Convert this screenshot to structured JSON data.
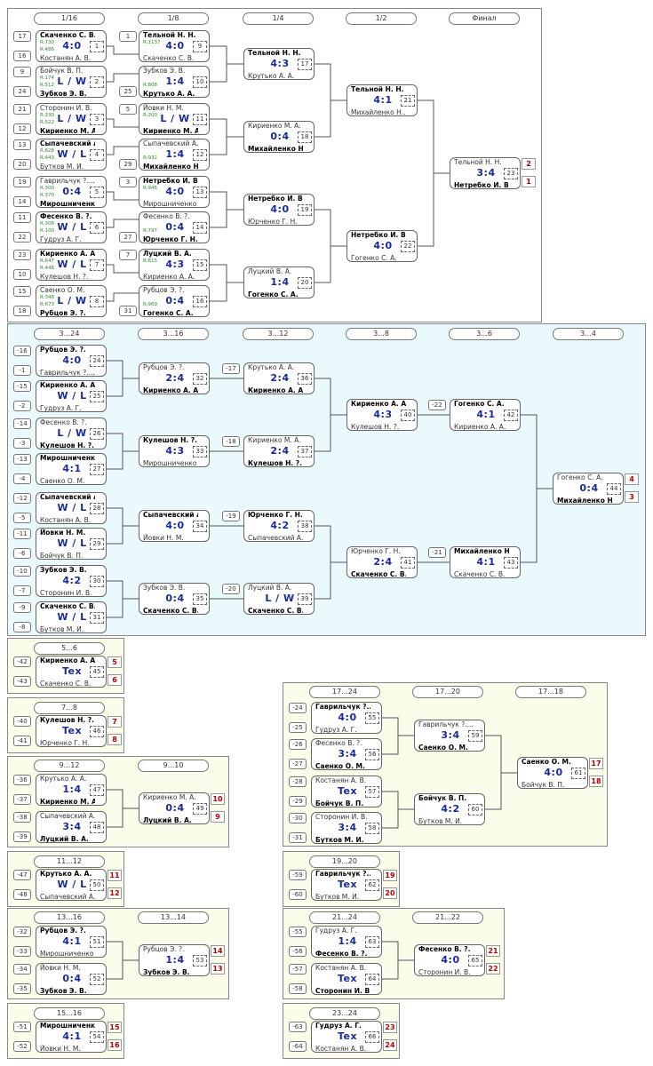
{
  "main": {
    "rounds": [
      "1/16",
      "1/8",
      "1/4",
      "1/2",
      "Финал"
    ],
    "r1": [
      {
        "s1": "17",
        "s2": "16",
        "p1": "Скаченко С. В.",
        "p2": "Костанян А. В.",
        "w": 1,
        "sc": "4:0",
        "n": "1",
        "ra": "R:730",
        "rb": "R:486"
      },
      {
        "s1": "9",
        "s2": "24",
        "p1": "Бойчук В. П.",
        "p2": "Зубков Э. В.",
        "w": 2,
        "sc": "L / W",
        "n": "2",
        "ra": "R:174",
        "rb": "R:512"
      },
      {
        "s1": "21",
        "s2": "12",
        "p1": "Сторонин И. В.",
        "p2": "Кириенко М. А.",
        "w": 2,
        "sc": "L / W",
        "n": "3",
        "ra": "R:330",
        "rb": "R:522"
      },
      {
        "s1": "13",
        "s2": "20",
        "p1": "Сыпачевский А....",
        "p2": "Бутков М. И.",
        "w": 1,
        "sc": "W / L",
        "n": "4",
        "ra": "R:628",
        "rb": "R:443"
      },
      {
        "s1": "19",
        "s2": "14",
        "p1": "Гаврильчук ?....",
        "p2": "Мирошниченко М....",
        "w": 2,
        "sc": "0:4",
        "n": "5",
        "ra": "R:300",
        "rb": "R:370"
      },
      {
        "s1": "11",
        "s2": "22",
        "p1": "Фесенко В. ?.",
        "p2": "Гудруз А. Г.",
        "w": 1,
        "sc": "W / L",
        "n": "6",
        "ra": "R:306",
        "rb": "R:100"
      },
      {
        "s1": "23",
        "s2": "10",
        "p1": "Кириенко А. А.",
        "p2": "Кулешов Н. ?.",
        "w": 1,
        "sc": "W / L",
        "n": "7",
        "ra": "R:647",
        "rb": "R:446"
      },
      {
        "s1": "15",
        "s2": "18",
        "p1": "Саенко О. М.",
        "p2": "Рубцов Э. ?.",
        "w": 2,
        "sc": "L / W",
        "n": "8",
        "ra": "R:348",
        "rb": "R:673"
      }
    ],
    "r2": [
      {
        "s1": "1",
        "p1": "Тельной Н. Н.",
        "p2": "Скаченко С. В.",
        "w": 1,
        "sc": "4:0",
        "n": "9",
        "ra": "R:1137",
        "rb": ""
      },
      {
        "s2": "25",
        "p1": "Зубков Э. В.",
        "p2": "Крутько А. А.",
        "w": 2,
        "sc": "1:4",
        "n": "10",
        "ra": "",
        "rb": "R:808"
      },
      {
        "s1": "5",
        "p1": "Йовки Н. М.",
        "p2": "Кириенко М. А.",
        "w": 2,
        "sc": "L / W",
        "n": "11",
        "ra": "R:200",
        "rb": ""
      },
      {
        "s2": "29",
        "p1": "Сыпачевский А....",
        "p2": "Михайленко Н....",
        "w": 2,
        "sc": "1:4",
        "n": "12",
        "ra": "",
        "rb": "R:932"
      },
      {
        "s1": "3",
        "p1": "Нетребко И. В.",
        "p2": "Мирошниченко М....",
        "w": 1,
        "sc": "4:0",
        "n": "13",
        "ra": "R:946",
        "rb": ""
      },
      {
        "s2": "27",
        "p1": "Фесенко В. ?.",
        "p2": "Юрченко Г. Н.",
        "w": 2,
        "sc": "0:4",
        "n": "14",
        "ra": "",
        "rb": "R:797"
      },
      {
        "s1": "7",
        "p1": "Луцкий В. А.",
        "p2": "Кириенко А. А.",
        "w": 1,
        "sc": "4:3",
        "n": "15",
        "ra": "R:815",
        "rb": ""
      },
      {
        "s2": "31",
        "p1": "Рубцов Э. ?.",
        "p2": "Гогенко С. А.",
        "w": 2,
        "sc": "0:4",
        "n": "16",
        "ra": "",
        "rb": "R:969"
      }
    ],
    "r3": [
      {
        "p1": "Тельной Н. Н.",
        "p2": "Крутько А. А.",
        "w": 1,
        "sc": "4:3",
        "n": "17"
      },
      {
        "p1": "Кириенко М. А.",
        "p2": "Михайленко Н....",
        "w": 2,
        "sc": "0:4",
        "n": "18"
      },
      {
        "p1": "Нетребко И. В.",
        "p2": "Юрченко Г. Н.",
        "w": 1,
        "sc": "4:0",
        "n": "19"
      },
      {
        "p1": "Луцкий В. А.",
        "p2": "Гогенко С. А.",
        "w": 2,
        "sc": "1:4",
        "n": "20"
      }
    ],
    "r4": [
      {
        "p1": "Тельной Н. Н.",
        "p2": "Михайленко Н....",
        "w": 1,
        "sc": "4:1",
        "n": "21"
      },
      {
        "p1": "Нетребко И. В.",
        "p2": "Гогенко С. А.",
        "w": 1,
        "sc": "4:0",
        "n": "22"
      }
    ],
    "final": {
      "p1": "Тельной Н. Н.",
      "p2": "Нетребко И. В.",
      "w": 2,
      "sc": "3:4",
      "n": "23",
      "pl1": "2",
      "pl2": "1"
    }
  },
  "cons": {
    "rounds": [
      "3...24",
      "3...16",
      "3...12",
      "3...8",
      "3...6",
      "3...4"
    ],
    "c1": [
      {
        "s1": "-16",
        "s2": "-1",
        "p1": "Рубцов Э. ?.",
        "p2": "Гаврильчук ?....",
        "w": 1,
        "sc": "4:0",
        "n": "24"
      },
      {
        "s1": "-15",
        "s2": "-2",
        "p1": "Кириенко А. А.",
        "p2": "Гудруз А. Г.",
        "w": 1,
        "sc": "W / L",
        "n": "25"
      },
      {
        "s1": "-14",
        "s2": "-3",
        "p1": "Фесенко В. ?.",
        "p2": "Кулешов Н. ?.",
        "w": 2,
        "sc": "L / W",
        "n": "26"
      },
      {
        "s1": "-13",
        "s2": "-4",
        "p1": "Мирошниченко М....",
        "p2": "Саенко О. М.",
        "w": 1,
        "sc": "4:1",
        "n": "27"
      },
      {
        "s1": "-12",
        "s2": "-5",
        "p1": "Сыпачевский А....",
        "p2": "Костанян А. В.",
        "w": 1,
        "sc": "W / L",
        "n": "28"
      },
      {
        "s1": "-11",
        "s2": "-6",
        "p1": "Йовки Н. М.",
        "p2": "Бойчук В. П.",
        "w": 1,
        "sc": "W / L",
        "n": "29"
      },
      {
        "s1": "-10",
        "s2": "-7",
        "p1": "Зубков Э. В.",
        "p2": "Сторонин И. В.",
        "w": 1,
        "sc": "4:2",
        "n": "30"
      },
      {
        "s1": "-9",
        "s2": "-8",
        "p1": "Скаченко С. В.",
        "p2": "Бутков М. И.",
        "w": 1,
        "sc": "W / L",
        "n": "31"
      }
    ],
    "c2": [
      {
        "p1": "Рубцов Э. ?.",
        "p2": "Кириенко А. А.",
        "w": 2,
        "sc": "2:4",
        "n": "32"
      },
      {
        "p1": "Кулешов Н. ?.",
        "p2": "Мирошниченко М....",
        "w": 1,
        "sc": "4:3",
        "n": "33"
      },
      {
        "p1": "Сыпачевский А....",
        "p2": "Йовки Н. М.",
        "w": 1,
        "sc": "4:0",
        "n": "34"
      },
      {
        "p1": "Зубков Э. В.",
        "p2": "Скаченко С. В.",
        "w": 2,
        "sc": "0:4",
        "n": "35"
      }
    ],
    "c3": [
      {
        "s1": "-17",
        "p1": "Крутько А. А.",
        "p2": "Кириенко А. А.",
        "w": 2,
        "sc": "2:4",
        "n": "36"
      },
      {
        "s1": "-18",
        "p1": "Кириенко М. А.",
        "p2": "Кулешов Н. ?.",
        "w": 2,
        "sc": "2:4",
        "n": "37"
      },
      {
        "s1": "-19",
        "p1": "Юрченко Г. Н.",
        "p2": "Сыпачевский А....",
        "w": 1,
        "sc": "4:2",
        "n": "38"
      },
      {
        "s1": "-20",
        "p1": "Луцкий В. А.",
        "p2": "Скаченко С. В.",
        "w": 2,
        "sc": "L / W",
        "n": "39"
      }
    ],
    "c4": [
      {
        "p1": "Кириенко А. А.",
        "p2": "Кулешов Н. ?.",
        "w": 1,
        "sc": "4:3",
        "n": "40"
      },
      {
        "p1": "Юрченко Г. Н.",
        "p2": "Скаченко С. В.",
        "w": 2,
        "sc": "2:4",
        "n": "41"
      }
    ],
    "c5": [
      {
        "s1": "-22",
        "p1": "Гогенко С. А.",
        "p2": "Кириенко А. А.",
        "w": 1,
        "sc": "4:1",
        "n": "42"
      },
      {
        "s1": "-21",
        "p1": "Михайленко Н....",
        "p2": "Скаченко С. В.",
        "w": 1,
        "sc": "4:1",
        "n": "43"
      }
    ],
    "c6": {
      "p1": "Гогенко С. А.",
      "p2": "Михайленко Н....",
      "w": 2,
      "sc": "0:4",
      "n": "44",
      "pl1": "4",
      "pl2": "3"
    }
  },
  "small": {
    "b56": {
      "title": "5...6",
      "m": {
        "s1": "-42",
        "s2": "-43",
        "p1": "Кириенко А. А.",
        "p2": "Скаченко С. В.",
        "w": 1,
        "sc": "Tex",
        "n": "45",
        "pl1": "5",
        "pl2": "6"
      }
    },
    "b78": {
      "title": "7...8",
      "m": {
        "s1": "-40",
        "s2": "-41",
        "p1": "Кулешов Н. ?.",
        "p2": "Юрченко Г. Н.",
        "w": 1,
        "sc": "Tex",
        "n": "46",
        "pl1": "7",
        "pl2": "8"
      }
    },
    "b912": {
      "titles": [
        "9...12",
        "9...10"
      ],
      "m1": {
        "s1": "-36",
        "s2": "-37",
        "p1": "Крутько А. А.",
        "p2": "Кириенко М. А.",
        "w": 2,
        "sc": "1:4",
        "n": "47"
      },
      "m2": {
        "s1": "-38",
        "s2": "-39",
        "p1": "Сыпачевский А....",
        "p2": "Луцкий В. А.",
        "w": 2,
        "sc": "3:4",
        "n": "48"
      },
      "f": {
        "p1": "Кириенко М. А.",
        "p2": "Луцкий В. А.",
        "w": 2,
        "sc": "0:4",
        "n": "49",
        "pl1": "10",
        "pl2": "9"
      }
    },
    "b1112": {
      "title": "11...12",
      "m": {
        "s1": "-47",
        "s2": "-48",
        "p1": "Крутько А. А.",
        "p2": "Сыпачевский А....",
        "w": 1,
        "sc": "W / L",
        "n": "50",
        "pl1": "11",
        "pl2": "12"
      }
    },
    "b1316": {
      "titles": [
        "13...16",
        "13...14"
      ],
      "m1": {
        "s1": "-32",
        "s2": "-33",
        "p1": "Рубцов Э. ?.",
        "p2": "Мирошниченко М....",
        "w": 1,
        "sc": "4:1",
        "n": "51"
      },
      "m2": {
        "s1": "-34",
        "s2": "-35",
        "p1": "Йовки Н. М.",
        "p2": "Зубков Э. В.",
        "w": 2,
        "sc": "0:4",
        "n": "52"
      },
      "f": {
        "p1": "Рубцов Э. ?.",
        "p2": "Зубков Э. В.",
        "w": 2,
        "sc": "1:4",
        "n": "53",
        "pl1": "14",
        "pl2": "13"
      }
    },
    "b1516": {
      "title": "15...16",
      "m": {
        "s1": "-51",
        "s2": "-52",
        "p1": "Мирошниченко М....",
        "p2": "Йовки Н. М.",
        "w": 1,
        "sc": "4:1",
        "n": "54",
        "pl1": "15",
        "pl2": "16"
      }
    },
    "b1724": {
      "titles": [
        "17...24",
        "17...20",
        "17...18"
      ],
      "m1": {
        "s1": "-24",
        "s2": "-25",
        "p1": "Гаврильчук ?....",
        "p2": "Гудруз А. Г.",
        "w": 1,
        "sc": "4:0",
        "n": "55"
      },
      "m2": {
        "s1": "-26",
        "s2": "-27",
        "p1": "Фесенко В. ?.",
        "p2": "Саенко О. М.",
        "w": 2,
        "sc": "3:4",
        "n": "56"
      },
      "m3": {
        "s1": "-28",
        "s2": "-29",
        "p1": "Костанян А. В.",
        "p2": "Бойчук В. П.",
        "w": 2,
        "sc": "Tex",
        "n": "57"
      },
      "m4": {
        "s1": "-30",
        "s2": "-31",
        "p1": "Сторонин И. В.",
        "p2": "Бутков М. И.",
        "w": 2,
        "sc": "3:4",
        "n": "58"
      },
      "m5": {
        "p1": "Гаврильчук ?....",
        "p2": "Саенко О. М.",
        "w": 2,
        "sc": "3:4",
        "n": "59"
      },
      "m6": {
        "p1": "Бойчук В. П.",
        "p2": "Бутков М. И.",
        "w": 1,
        "sc": "4:2",
        "n": "60"
      },
      "f": {
        "p1": "Саенко О. М.",
        "p2": "Бойчук В. П.",
        "w": 1,
        "sc": "4:0",
        "n": "61",
        "pl1": "17",
        "pl2": "18"
      }
    },
    "b1920": {
      "title": "19...20",
      "m": {
        "s1": "-59",
        "s2": "-60",
        "p1": "Гаврильчук ?....",
        "p2": "Бутков М. И.",
        "w": 1,
        "sc": "Tex",
        "n": "62",
        "pl1": "19",
        "pl2": "20"
      }
    },
    "b2124": {
      "titles": [
        "21...24",
        "21...22"
      ],
      "m1": {
        "s1": "-55",
        "s2": "-56",
        "p1": "Гудруз А. Г.",
        "p2": "Фесенко В. ?.",
        "w": 2,
        "sc": "1:4",
        "n": "63"
      },
      "m2": {
        "s1": "-57",
        "s2": "-58",
        "p1": "Костанян А. В.",
        "p2": "Сторонин И. В.",
        "w": 2,
        "sc": "Tex",
        "n": "64"
      },
      "f": {
        "p1": "Фесенко В. ?.",
        "p2": "Сторонин И. В.",
        "w": 1,
        "sc": "4:0",
        "n": "65",
        "pl1": "21",
        "pl2": "22"
      }
    },
    "b2324": {
      "title": "23...24",
      "m": {
        "s1": "-63",
        "s2": "-64",
        "p1": "Гудруз А. Г.",
        "p2": "Костанян А. В.",
        "w": 1,
        "sc": "Tex",
        "n": "66",
        "pl1": "23",
        "pl2": "24"
      }
    }
  },
  "colors": {
    "score": "#1a2a9a",
    "rating": "#2a8a2a",
    "place": "#b00000",
    "cons_bg": "#eafafc",
    "small_bg": "#fcfcea"
  }
}
